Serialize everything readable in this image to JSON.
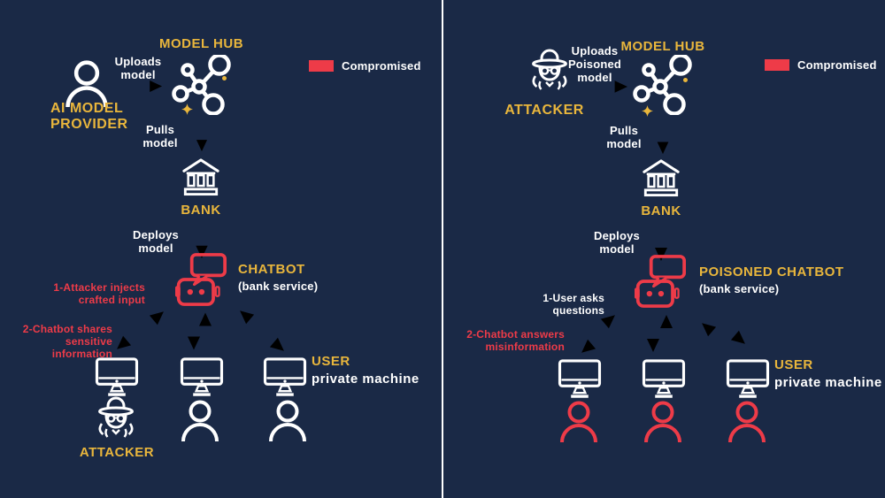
{
  "colors": {
    "background": "#1a2946",
    "yellow": "#e9b63c",
    "red": "#ee3b48",
    "teal": "#47798e",
    "white": "#ffffff"
  },
  "icons": {
    "person": "person-icon",
    "spy": "attacker-spy-icon",
    "hub": "model-hub-network-icon",
    "bank": "bank-building-icon",
    "chatbot": "chatbot-robot-icon",
    "monitor": "desktop-monitor-icon",
    "sparkle": "sparkle-icon"
  },
  "panels": {
    "left": {
      "legend": {
        "label": "Compromised"
      },
      "provider": {
        "label": "AI MODEL\nPROVIDER"
      },
      "uploads": {
        "label": "Uploads\nmodel"
      },
      "model_hub": {
        "label": "MODEL HUB"
      },
      "pulls": {
        "label": "Pulls\nmodel"
      },
      "bank": {
        "label": "BANK"
      },
      "deploys": {
        "label": "Deploys\nmodel"
      },
      "chatbot": {
        "title": "CHATBOT",
        "subtitle": "(bank service)"
      },
      "annotation1": {
        "label": "1-Attacker injects\ncrafted input"
      },
      "annotation2": {
        "label": "2-Chatbot shares\nsensitive information"
      },
      "user": {
        "title": "USER",
        "subtitle": "private machine"
      },
      "attacker": {
        "label": "ATTACKER"
      }
    },
    "right": {
      "legend": {
        "label": "Compromised"
      },
      "attacker": {
        "label": "ATTACKER"
      },
      "uploads": {
        "label": "Uploads\nPoisoned\nmodel"
      },
      "model_hub": {
        "label": "MODEL HUB"
      },
      "pulls": {
        "label": "Pulls\nmodel"
      },
      "bank": {
        "label": "BANK"
      },
      "deploys": {
        "label": "Deploys\nmodel"
      },
      "chatbot": {
        "title": "POISONED CHATBOT",
        "subtitle": "(bank service)"
      },
      "annotation1": {
        "label": "1-User asks\nquestions"
      },
      "annotation2": {
        "label": "2-Chatbot answers\nmisinformation"
      },
      "user": {
        "title": "USER",
        "subtitle": "private machine"
      }
    }
  }
}
